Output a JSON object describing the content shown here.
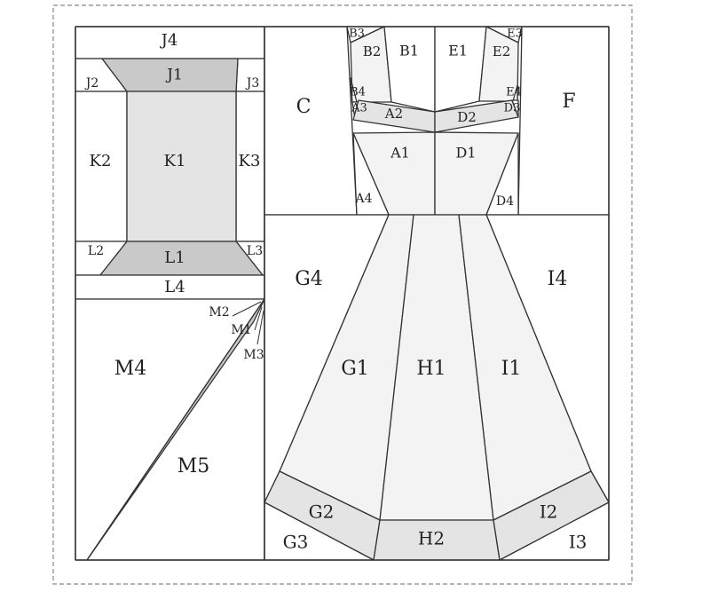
{
  "colors": {
    "background": "#ffffff",
    "outline": "#333333",
    "frame": "#777777",
    "dark_fill": "#c9c9c9",
    "light_fill": "#e4e4e4",
    "pale_fill": "#f3f3f3",
    "white_fill": "#ffffff"
  },
  "labels": {
    "J4": "J4",
    "J1": "J1",
    "J2": "J2",
    "J3": "J3",
    "K1": "K1",
    "K2": "K2",
    "K3": "K3",
    "L1": "L1",
    "L2": "L2",
    "L3": "L3",
    "L4": "L4",
    "M1": "M1",
    "M2": "M2",
    "M3": "M3",
    "M4": "M4",
    "M5": "M5",
    "A1": "A1",
    "A2": "A2",
    "A3": "A3",
    "A4": "A4",
    "B1": "B1",
    "B2": "B2",
    "B3": "B3",
    "B4": "B4",
    "C": "C",
    "D1": "D1",
    "D2": "D2",
    "D3": "D3",
    "D4": "D4",
    "E1": "E1",
    "E2": "E2",
    "E3": "E3",
    "E4": "E4",
    "F": "F",
    "G1": "G1",
    "G2": "G2",
    "G3": "G3",
    "G4": "G4",
    "H1": "H1",
    "H2": "H2",
    "I1": "I1",
    "I2": "I2",
    "I3": "I3",
    "I4": "I4"
  }
}
